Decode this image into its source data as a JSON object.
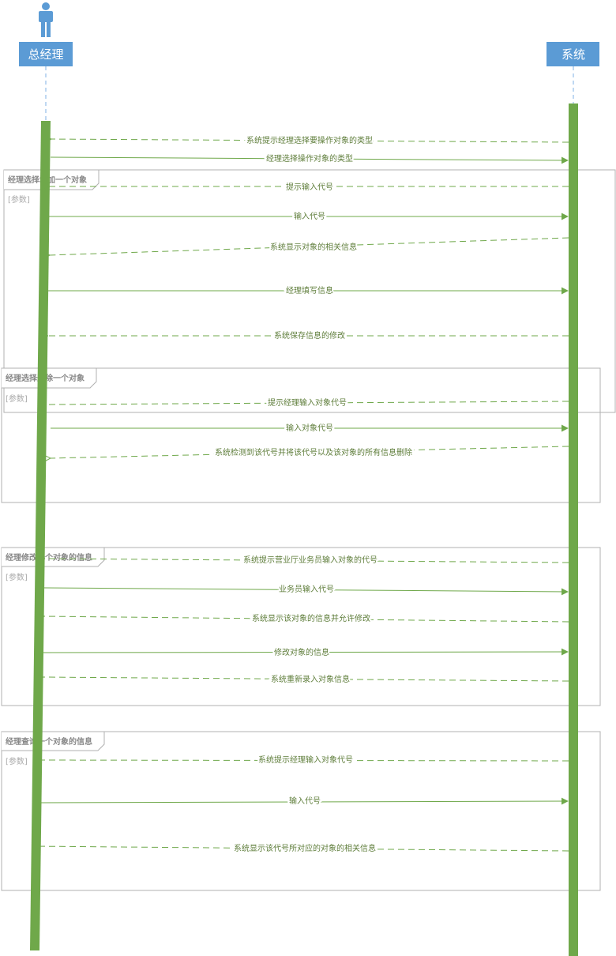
{
  "colors": {
    "lifeline": "#6fa84a",
    "actor_box": "#5b9bd5",
    "actor_icon": "#5b9bd5",
    "message": "#6fa84a",
    "message_text": "#5e7d3a",
    "frame_border": "#b0b0b0",
    "frame_text": "#888888"
  },
  "actors": [
    {
      "id": "manager",
      "label": "总经理",
      "icon": "person-icon"
    },
    {
      "id": "system",
      "label": "系统"
    }
  ],
  "frames": [
    {
      "title": "经理选择增加一个对象",
      "ref": "[参数]"
    },
    {
      "title": "经理选择删除一个对象",
      "ref": "[参数]"
    },
    {
      "title": "经理修改一个对象的信息",
      "ref": "[参数]"
    },
    {
      "title": "经理查询一个对象的信息",
      "ref": "[参数]"
    }
  ],
  "messages": [
    {
      "text": "系统提示经理选择要操作对象的类型",
      "from": "system",
      "to": "manager",
      "type": "return"
    },
    {
      "text": "经理选择操作对象的类型",
      "from": "manager",
      "to": "system",
      "type": "sync"
    },
    {
      "text": "提示输入代号",
      "from": "system",
      "to": "manager",
      "type": "return"
    },
    {
      "text": "输入代号",
      "from": "manager",
      "to": "system",
      "type": "sync"
    },
    {
      "text": "系统显示对象的相关信息",
      "from": "system",
      "to": "manager",
      "type": "return"
    },
    {
      "text": "经理填写信息",
      "from": "manager",
      "to": "system",
      "type": "sync"
    },
    {
      "text": "系统保存信息的修改",
      "from": "system",
      "to": "manager",
      "type": "return"
    },
    {
      "text": "提示经理输入对象代号",
      "from": "system",
      "to": "manager",
      "type": "return"
    },
    {
      "text": "输入对象代号",
      "from": "manager",
      "to": "system",
      "type": "sync"
    },
    {
      "text": "系统检测到该代号并将该代号以及该对象的所有信息删除",
      "from": "system",
      "to": "manager",
      "type": "return"
    },
    {
      "text": "系统提示营业厅业务员输入对象的代号",
      "from": "system",
      "to": "manager",
      "type": "return"
    },
    {
      "text": "业务员输入代号",
      "from": "manager",
      "to": "system",
      "type": "sync"
    },
    {
      "text": "系统显示该对象的信息并允许修改",
      "from": "system",
      "to": "manager",
      "type": "return"
    },
    {
      "text": "修改对象的信息",
      "from": "manager",
      "to": "system",
      "type": "sync"
    },
    {
      "text": "系统重新录入对象信息",
      "from": "system",
      "to": "manager",
      "type": "return"
    },
    {
      "text": "系统提示经理输入对象代号",
      "from": "system",
      "to": "manager",
      "type": "return"
    },
    {
      "text": "输入代号",
      "from": "manager",
      "to": "system",
      "type": "sync"
    },
    {
      "text": "系统显示该代号所对应的对象的相关信息",
      "from": "system",
      "to": "manager",
      "type": "return"
    }
  ]
}
